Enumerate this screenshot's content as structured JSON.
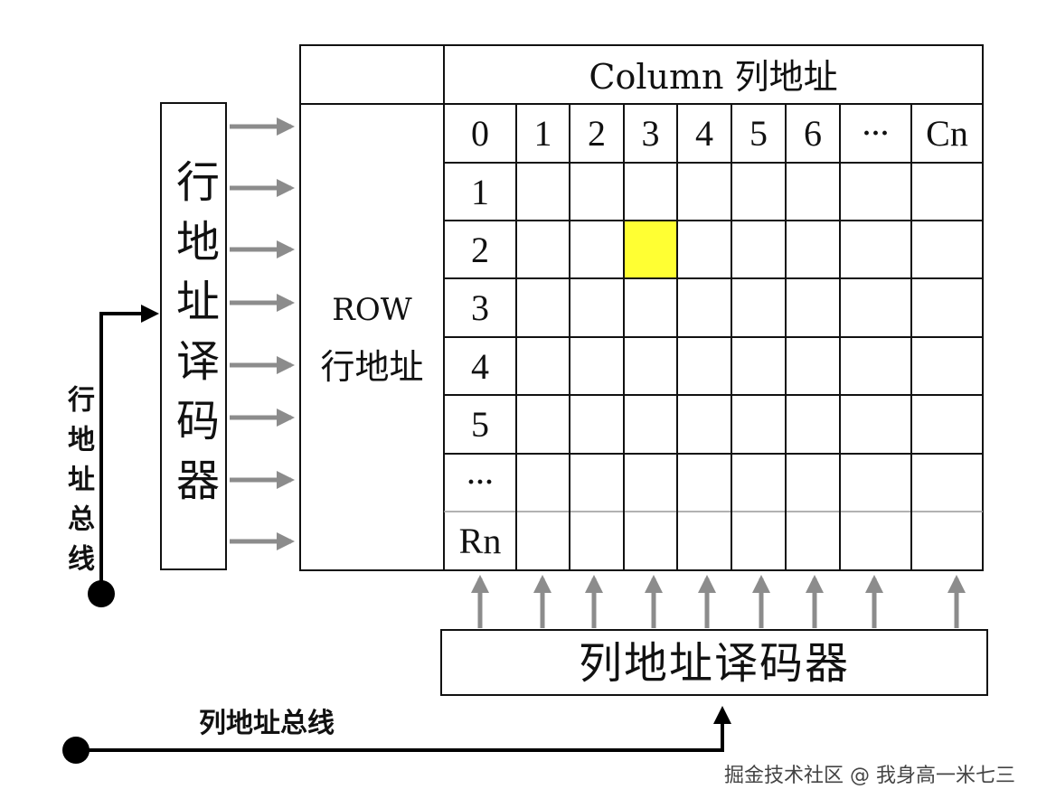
{
  "column_header": "Column 列地址",
  "row_header_en": "ROW",
  "row_header_cn": "行地址",
  "row_decoder": "行地址译码器",
  "row_bus": "行地址总线",
  "column_decoder": "列地址译码器",
  "column_bus": "列地址总线",
  "column_indices": [
    "0",
    "1",
    "2",
    "3",
    "4",
    "5",
    "6",
    "···",
    "Cn"
  ],
  "row_indices": [
    "1",
    "2",
    "3",
    "4",
    "5",
    "···",
    "Rn"
  ],
  "selected_cell": {
    "row": "2",
    "column": "3",
    "color": "#ffff33"
  },
  "watermark": "掘金技术社区 @ 我身高一米七三",
  "colors": {
    "grid": "#111111",
    "arrow": "#8c8c8c",
    "bus": "#000000"
  }
}
